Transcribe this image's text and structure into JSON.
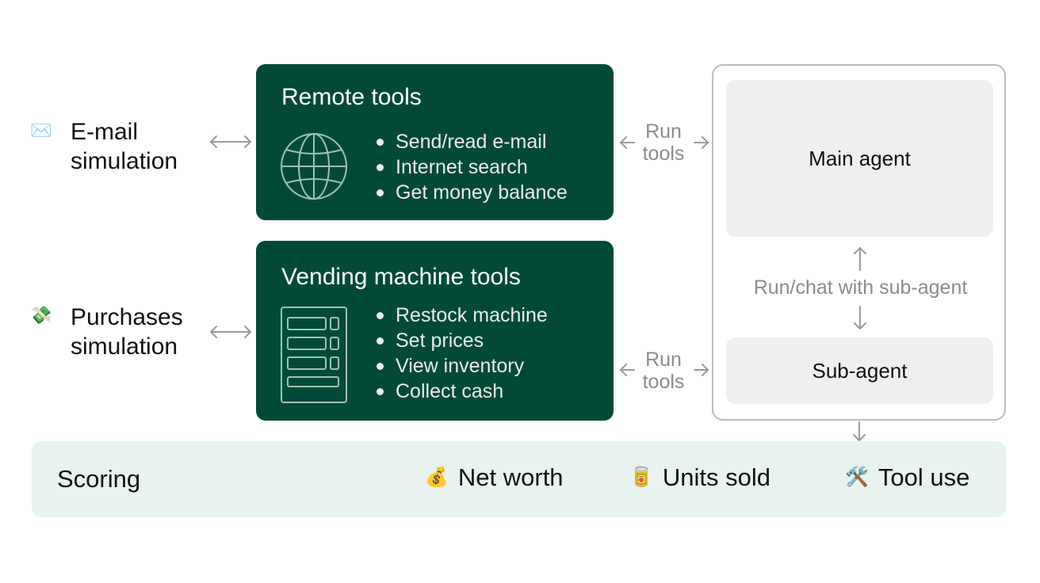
{
  "sources": [
    {
      "id": "email",
      "icon": "envelope-icon",
      "emoji": "✉️",
      "label_line1": "E-mail",
      "label_line2": "simulation"
    },
    {
      "id": "purchases",
      "icon": "money-with-wings-icon",
      "emoji": "💸",
      "label_line1": "Purchases",
      "label_line2": "simulation"
    }
  ],
  "remote_tools": {
    "title": "Remote tools",
    "icon": "globe-icon",
    "items": [
      "Send/read e-mail",
      "Internet search",
      "Get money balance"
    ]
  },
  "vending_tools": {
    "title": "Vending machine tools",
    "icon": "vending-machine-icon",
    "items": [
      "Restock machine",
      "Set prices",
      "View inventory",
      "Collect cash"
    ]
  },
  "connectors": {
    "run_tools_line1": "Run",
    "run_tools_line2": "tools"
  },
  "agents": {
    "main": "Main agent",
    "sub": "Sub-agent",
    "link_label": "Run/chat with sub-agent"
  },
  "scoring": {
    "title": "Scoring",
    "metrics": [
      {
        "icon": "money-bag-icon",
        "emoji": "💰",
        "label": "Net worth"
      },
      {
        "icon": "can-icon",
        "emoji": "🥫",
        "label": "Units sold"
      },
      {
        "icon": "tools-icon",
        "emoji": "🛠️",
        "label": "Tool use"
      }
    ]
  },
  "colors": {
    "tool_box": "#024a37",
    "scoring_bg": "#e8f2ee",
    "agent_box": "#efefef",
    "connector": "#9a9a9a"
  }
}
